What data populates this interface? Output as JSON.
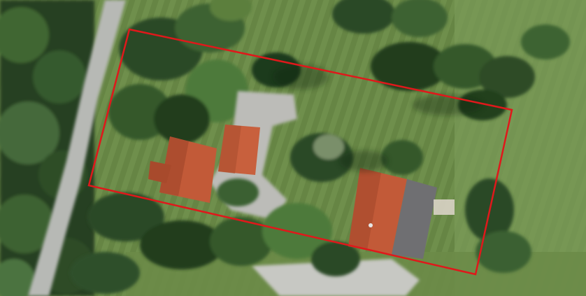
{
  "map": {
    "view": "aerial-orthophoto",
    "colors": {
      "field_light": "#6f8f4c",
      "field_dark": "#4f6d34",
      "tree_dark": "#203c1f",
      "tree_mid": "#35582c",
      "tree_light": "#5c7f3d",
      "road": "#b7b9b5",
      "paved_yard": "#bcbcb8",
      "roof_terracotta": "#c25a38",
      "roof_terracotta_shade": "#9d4328",
      "roof_grey": "#6f6f72",
      "selection_outline": "#e0181b"
    },
    "selection": {
      "shape": "rotated-rectangle",
      "outline_color": "#e0181b"
    },
    "features": [
      "road",
      "trees",
      "lawn",
      "paved-yard",
      "house-roof",
      "barn-roof",
      "selection-outline"
    ]
  }
}
